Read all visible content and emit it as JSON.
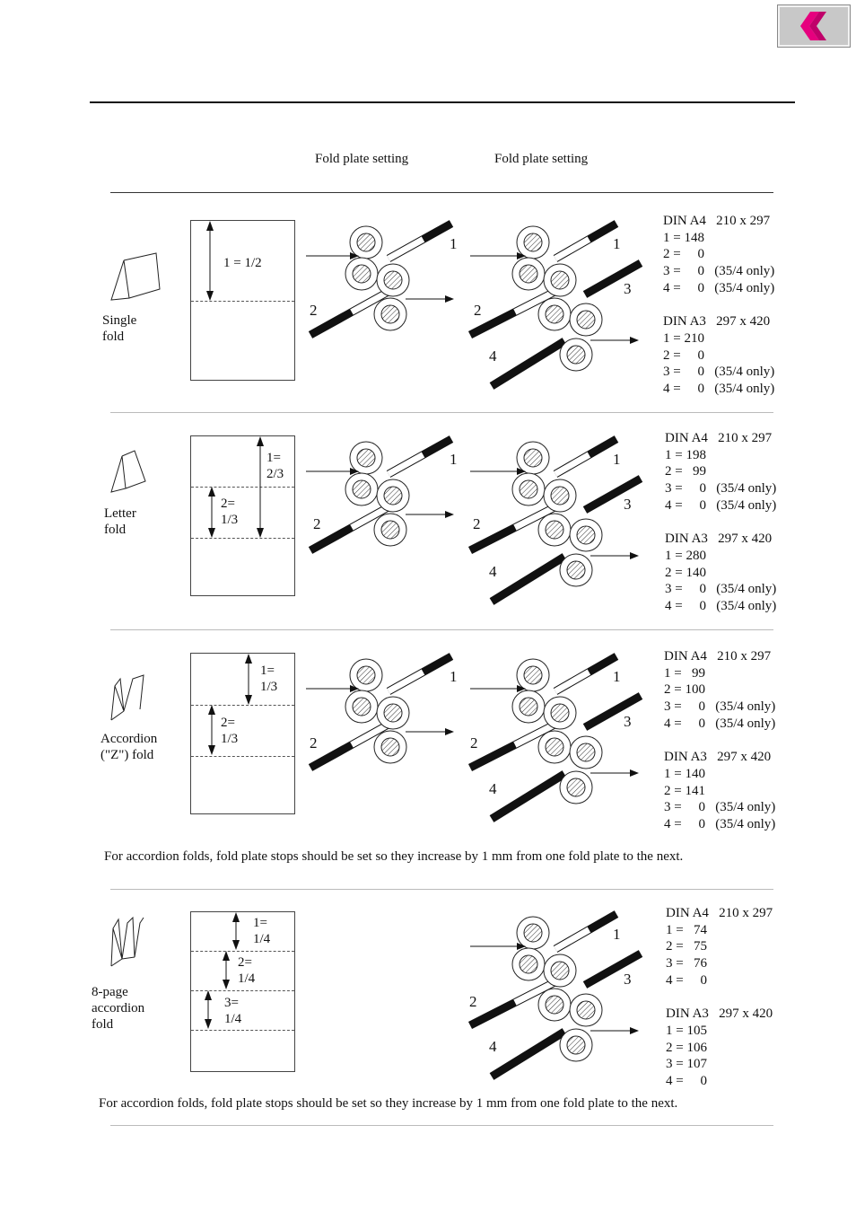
{
  "nav": {
    "back_icon": "chevron-left-icon",
    "accent": "#e6007e"
  },
  "header": {
    "col1": "Fold plate setting",
    "col2": "Fold plate setting"
  },
  "sections": [
    {
      "label": "Single\nfold",
      "fractions": [
        "1 = 1/2"
      ],
      "nums_a": [
        "1",
        "2"
      ],
      "nums_b": [
        "1",
        "3",
        "2",
        "4"
      ],
      "spec": "DIN A4   210 x 297\n1 = 148\n2 =     0\n3 =     0   (35/4 only)\n4 =     0   (35/4 only)\n\nDIN A3   297 x 420\n1 = 210\n2 =     0\n3 =     0   (35/4 only)\n4 =     0   (35/4 only)"
    },
    {
      "label": "Letter fold",
      "fractions": [
        "1=\n2/3",
        "2=\n1/3"
      ],
      "nums_a": [
        "1",
        "2"
      ],
      "nums_b": [
        "1",
        "3",
        "2",
        "4"
      ],
      "spec": "DIN A4   210 x 297\n1 = 198\n2 =   99\n3 =     0   (35/4 only)\n4 =     0   (35/4 only)\n\nDIN A3   297 x 420\n1 = 280\n2 = 140\n3 =     0   (35/4 only)\n4 =     0   (35/4 only)"
    },
    {
      "label": "Accordion\n(\"Z\") fold",
      "fractions": [
        "1=\n1/3",
        "2=\n1/3"
      ],
      "nums_a": [
        "1",
        "2"
      ],
      "nums_b": [
        "1",
        "3",
        "2",
        "4"
      ],
      "spec": "DIN A4   210 x 297\n1 =   99\n2 = 100\n3 =     0   (35/4 only)\n4 =     0   (35/4 only)\n\nDIN A3   297 x 420\n1 = 140\n2 = 141\n3 =     0   (35/4 only)\n4 =     0   (35/4 only)"
    },
    {
      "label": "8-page\naccordion fold",
      "fractions": [
        "1=\n1/4",
        "2=\n1/4",
        "3=\n1/4"
      ],
      "nums_b": [
        "1",
        "3",
        "2",
        "4"
      ],
      "spec": "DIN A4   210 x 297\n1 =   74\n2 =   75\n3 =   76\n4 =     0\n\nDIN A3   297 x 420\n1 = 105\n2 = 106\n3 = 107\n4 =     0"
    }
  ],
  "notes": {
    "accordion": "For accordion folds, fold plate stops should be set so they increase by 1 mm from one fold plate to the next.",
    "eight_page": "For accordion folds, fold plate stops should be set so they increase by 1 mm from one fold plate to the next."
  }
}
